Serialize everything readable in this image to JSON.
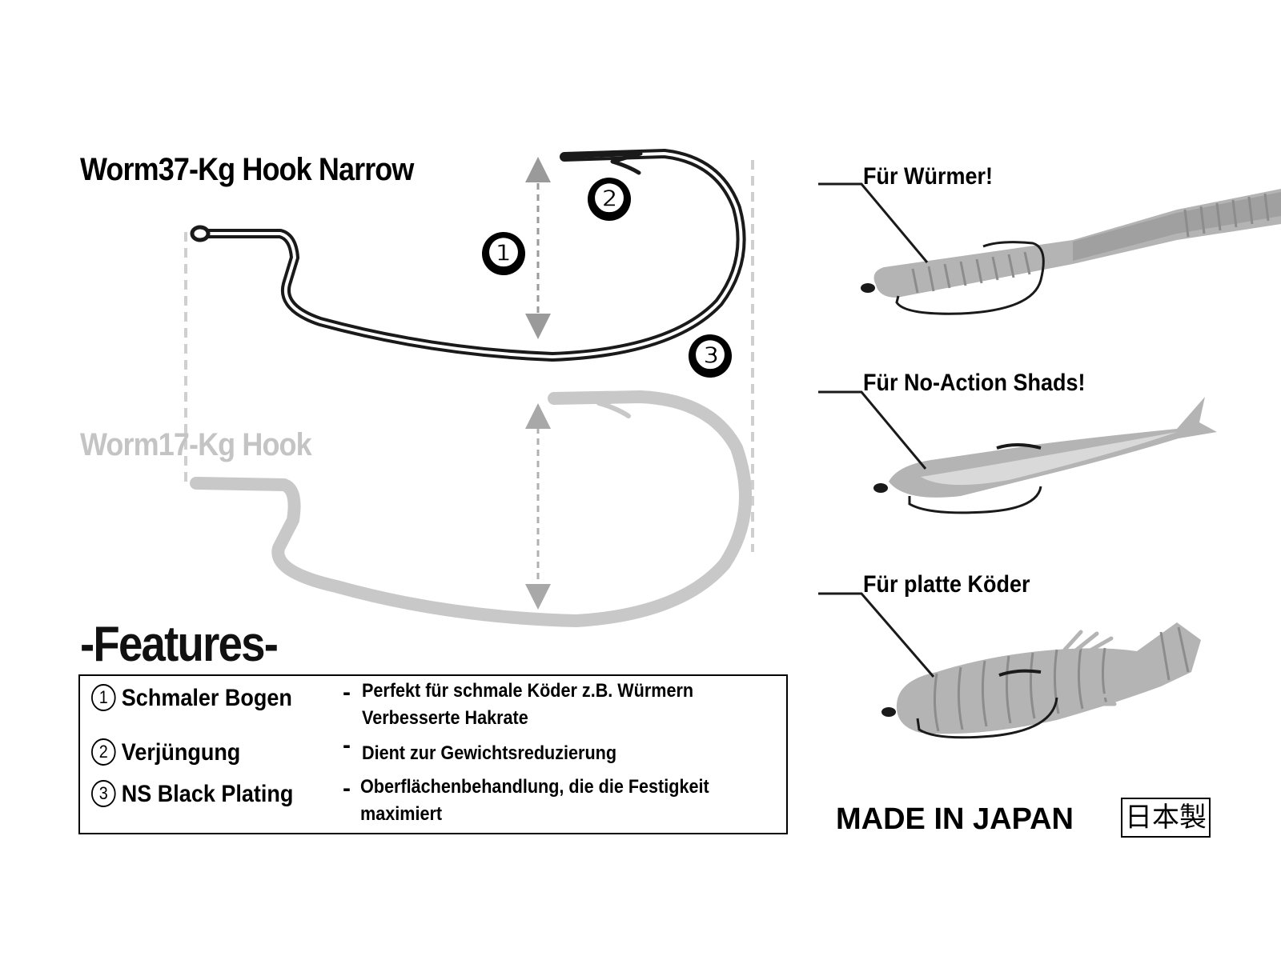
{
  "titles": {
    "main_hook": "Worm37-Kg Hook Narrow",
    "ghost_hook": "Worm17-Kg Hook"
  },
  "markers": {
    "one": "❶",
    "two": "❷",
    "three": "❸"
  },
  "uses": [
    {
      "label": "Für Würmer!"
    },
    {
      "label": "Für No-Action Shads!"
    },
    {
      "label": "Für platte Köder"
    }
  ],
  "features": {
    "heading": "-Features-",
    "items": [
      {
        "num": "1",
        "name": "Schmaler Bogen",
        "desc_line1": "Perfekt für schmale Köder z.B. Würmern",
        "desc_line2": "Verbesserte Hakrate"
      },
      {
        "num": "2",
        "name": "Verjüngung",
        "desc_line1": "Dient zur Gewichtsreduzierung",
        "desc_line2": ""
      },
      {
        "num": "3",
        "name": "NS Black Plating",
        "desc_line1": "Oberflächenbehandlung, die die Festigkeit",
        "desc_line2": "maximiert"
      }
    ],
    "dash": "-"
  },
  "origin": {
    "made_in": "MADE IN JAPAN",
    "made_in_jp": "日本製"
  },
  "colors": {
    "hook_dark": "#1a1a1a",
    "hook_ghost": "#c8c8c8",
    "bait_gray": "#b4b4b4",
    "arrow_gray": "#9a9a9a"
  }
}
